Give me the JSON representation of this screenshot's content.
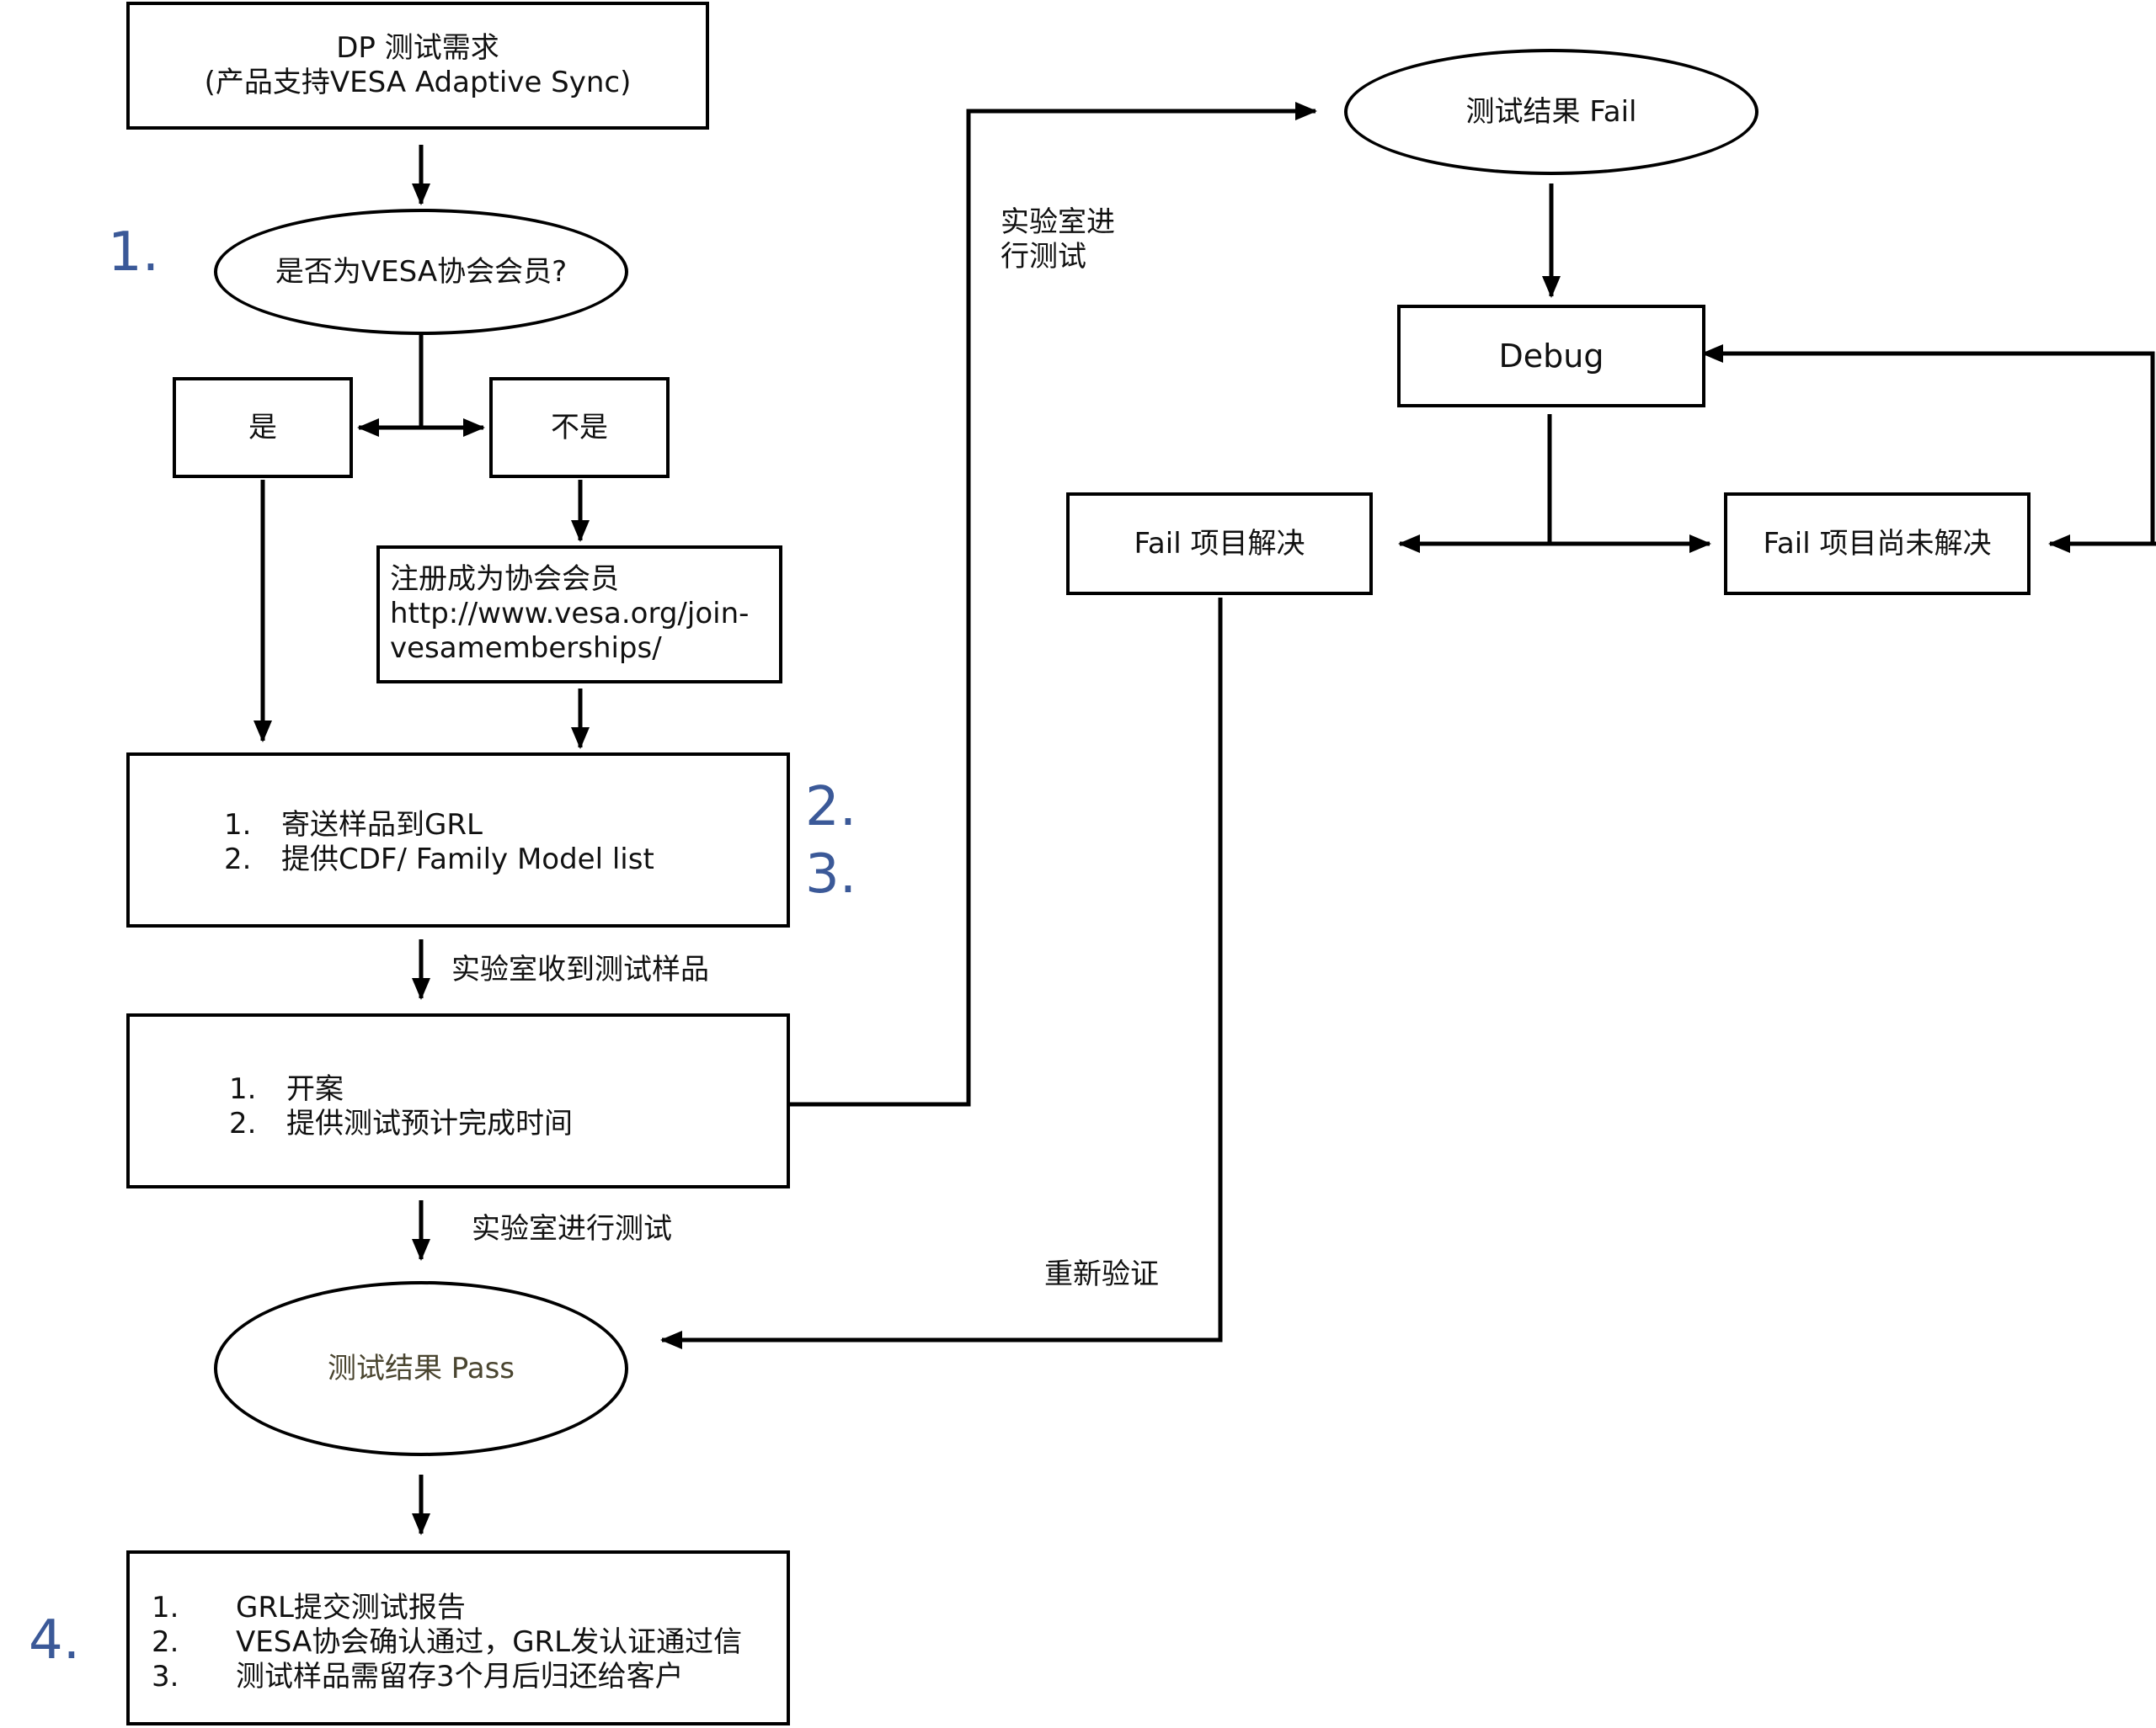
{
  "colors": {
    "line": "#000000",
    "step_number": "#3b5998",
    "pass_text": "#4a4530"
  },
  "nodes": {
    "start": {
      "line1": "DP 测试需求",
      "line2": "(产品支持VESA Adaptive Sync)"
    },
    "member_q": "是否为VESA协会会员?",
    "yes": "是",
    "no": "不是",
    "register": {
      "line1": "注册成为协会会员",
      "line2": "http://www.vesa.org/join-",
      "line3": "vesamemberships/"
    },
    "send": {
      "items": [
        {
          "num": "1.",
          "text": "寄送样品到GRL"
        },
        {
          "num": "2.",
          "text": "提供CDF/ Family Model list"
        }
      ]
    },
    "open": {
      "items": [
        {
          "num": "1.",
          "text": "开案"
        },
        {
          "num": "2.",
          "text": "提供测试预计完成时间"
        }
      ]
    },
    "pass": "测试结果 Pass",
    "report": {
      "items": [
        {
          "num": "1.",
          "text": "GRL提交测试报告"
        },
        {
          "num": "2.",
          "text": "VESA协会确认通过，GRL发认证通过信"
        },
        {
          "num": "3.",
          "text": "测试样品需留存3个月后归还给客户"
        }
      ]
    },
    "fail": "测试结果 Fail",
    "debug": "Debug",
    "fail_resolved": "Fail 项目解决",
    "fail_unresolved": "Fail 项目尚未解决"
  },
  "edge_labels": {
    "received": "实验室收到测试样品",
    "testing": "实验室进行测试",
    "testing_split": {
      "line1": "实验室进",
      "line2": "行测试"
    },
    "reverify": "重新验证"
  },
  "step_numbers": {
    "s1": "1.",
    "s2": "2.",
    "s3": "3.",
    "s4": "4."
  }
}
